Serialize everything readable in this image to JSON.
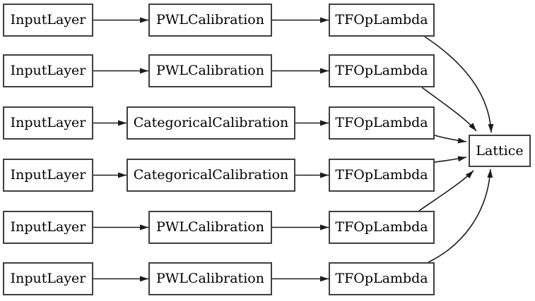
{
  "rows": [
    {
      "input": "InputLayer",
      "mid": "PWLCalibration",
      "op": "TFOpLambda"
    },
    {
      "input": "InputLayer",
      "mid": "PWLCalibration",
      "op": "TFOpLambda"
    },
    {
      "input": "InputLayer",
      "mid": "CategoricalCalibration",
      "op": "TFOpLambda"
    },
    {
      "input": "InputLayer",
      "mid": "CategoricalCalibration",
      "op": "TFOpLambda"
    },
    {
      "input": "InputLayer",
      "mid": "PWLCalibration",
      "op": "TFOpLambda"
    },
    {
      "input": "InputLayer",
      "mid": "PWLCalibration",
      "op": "TFOpLambda"
    }
  ],
  "output": {
    "label": "Lattice"
  },
  "edges": [
    {
      "from": "input_1",
      "to": "calibration_1"
    },
    {
      "from": "input_2",
      "to": "calibration_2"
    },
    {
      "from": "input_3",
      "to": "calibration_3"
    },
    {
      "from": "input_4",
      "to": "calibration_4"
    },
    {
      "from": "input_5",
      "to": "calibration_5"
    },
    {
      "from": "input_6",
      "to": "calibration_6"
    },
    {
      "from": "calibration_1",
      "to": "lambda_1"
    },
    {
      "from": "calibration_2",
      "to": "lambda_2"
    },
    {
      "from": "calibration_3",
      "to": "lambda_3"
    },
    {
      "from": "calibration_4",
      "to": "lambda_4"
    },
    {
      "from": "calibration_5",
      "to": "lambda_5"
    },
    {
      "from": "calibration_6",
      "to": "lambda_6"
    },
    {
      "from": "lambda_1",
      "to": "lattice"
    },
    {
      "from": "lambda_2",
      "to": "lattice"
    },
    {
      "from": "lambda_3",
      "to": "lattice"
    },
    {
      "from": "lambda_4",
      "to": "lattice"
    },
    {
      "from": "lambda_5",
      "to": "lattice"
    },
    {
      "from": "lambda_6",
      "to": "lattice"
    }
  ],
  "colors": {
    "background": "#ffffff",
    "node_fill": "#ffffff",
    "node_border": "#404040",
    "edge": "#1c1c1c",
    "text": "#000000"
  }
}
